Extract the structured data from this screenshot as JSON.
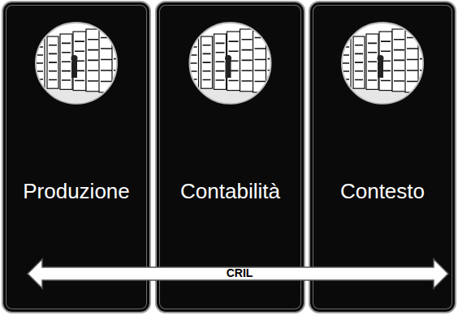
{
  "diagram": {
    "nodes": [
      {
        "text": [
          "Produzione"
        ]
      },
      {
        "text": [
          "Contabilità"
        ]
      },
      {
        "text": [
          "Contesto"
        ]
      }
    ],
    "labels": [
      "CRIL"
    ]
  }
}
